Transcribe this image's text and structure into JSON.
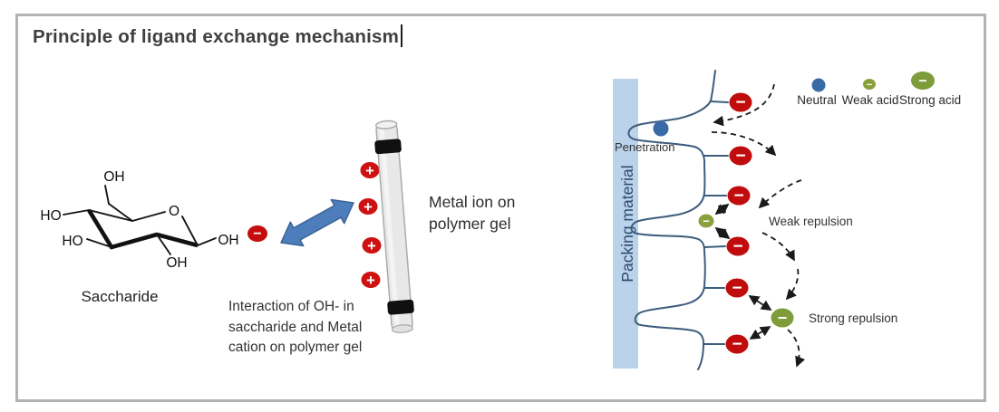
{
  "title": {
    "text": "Principle of ligand exchange mechanism"
  },
  "symbols": {
    "plus": "+",
    "minus": "−"
  },
  "saccharide": {
    "label": "Saccharide",
    "atoms": {
      "oh_top": "OH",
      "ho_upper_left": "HO",
      "ho_lower_left": "HO",
      "oh_bottom": "OH",
      "oh_right": "OH",
      "ring_o": "O"
    }
  },
  "gel": {
    "label_line1": "Metal ion on",
    "label_line2": "polymer gel",
    "caption_line1": "Interaction of OH- in",
    "caption_line2": "saccharide and Metal",
    "caption_line3": "cation on polymer gel"
  },
  "packing": {
    "bar_label": "Packing material",
    "penetration": "Penetration",
    "weak_repulsion": "Weak repulsion",
    "strong_repulsion": "Strong repulsion",
    "legend": [
      {
        "label": "Neutral",
        "color": "#3a6aa6"
      },
      {
        "label": "Weak acid",
        "color": "#8aa03c"
      },
      {
        "label": "Strong acid",
        "color": "#7f9c3a"
      }
    ]
  },
  "colors": {
    "ion_red": "#c00c0c",
    "exchange_arrow_blue": "#4d7dbb",
    "packing_bar_blue": "#bad3ea",
    "polymer_curve": "#3d5d7d",
    "frame_border": "#b3b3b3"
  }
}
